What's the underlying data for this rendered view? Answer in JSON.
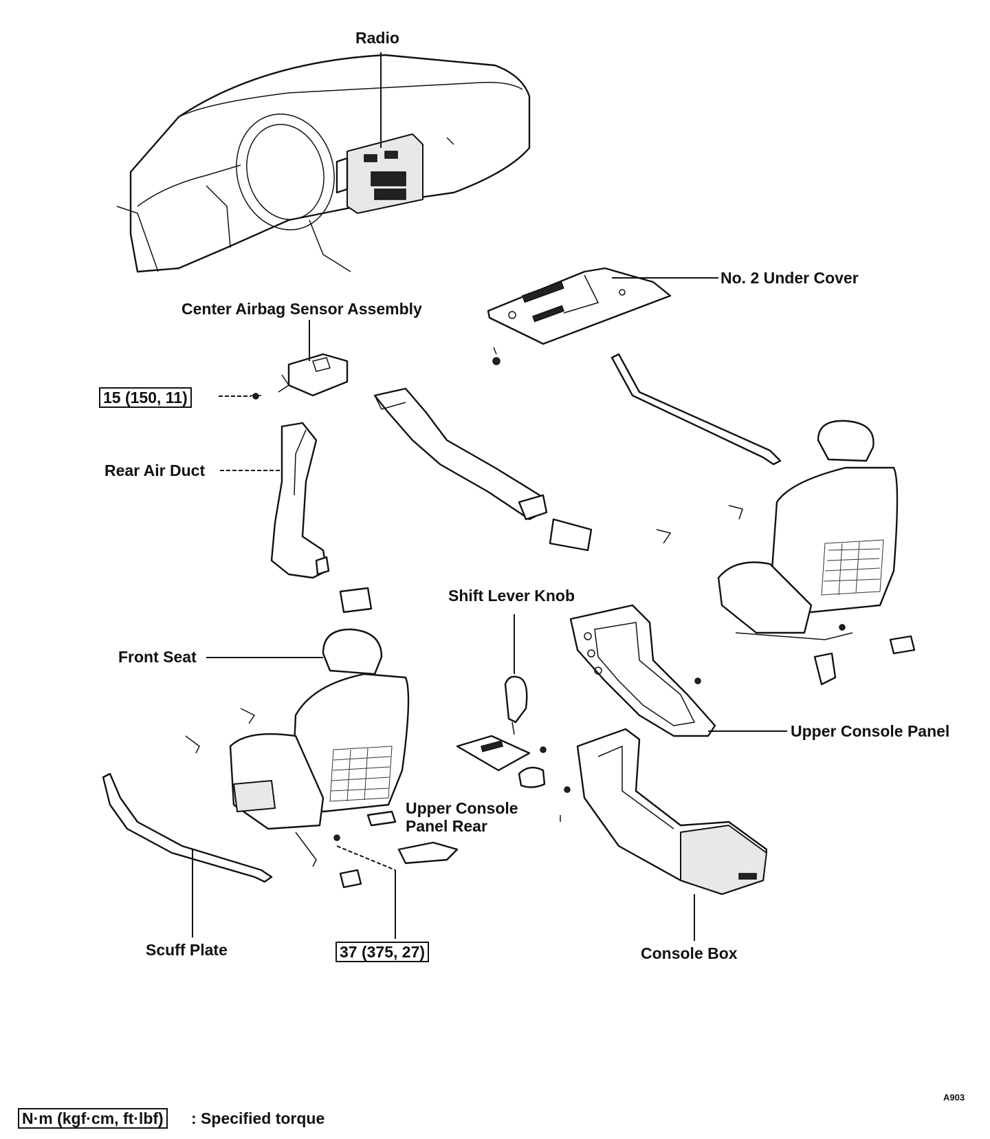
{
  "labels": {
    "radio": "Radio",
    "no2_under_cover": "No. 2 Under Cover",
    "center_airbag_sensor": "Center Airbag Sensor Assembly",
    "torque_15": "15 (150, 11)",
    "rear_air_duct": "Rear Air Duct",
    "shift_lever_knob": "Shift Lever Knob",
    "front_seat": "Front Seat",
    "upper_console_panel": "Upper Console Panel",
    "upper_console_panel_rear_1": "Upper Console",
    "upper_console_panel_rear_2": "Panel Rear",
    "scuff_plate": "Scuff Plate",
    "torque_37": "37 (375, 27)",
    "console_box": "Console Box"
  },
  "legend": {
    "unit_box": "N·m (kgf·cm, ft·lbf)",
    "description": ": Specified torque"
  },
  "figure_code": "A903"
}
